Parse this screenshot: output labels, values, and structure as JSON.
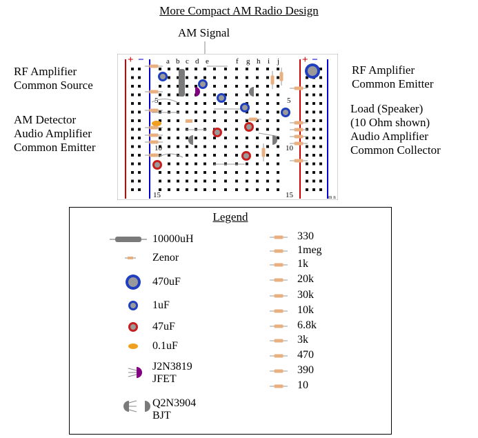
{
  "title": "More Compact AM Radio Design",
  "signal_label": "AM Signal",
  "labels": {
    "rf_source": [
      "RF Amplifier",
      "Common Source"
    ],
    "detector": [
      "AM Detector",
      "Audio Amplifier",
      "Common Emitter"
    ],
    "rf_emitter": [
      "RF Amplifier",
      "Common Emitter"
    ],
    "load": [
      "Load (Speaker)",
      "(10 Ohm shown)",
      "Audio Amplifier",
      "Common Collector"
    ]
  },
  "board": {
    "columns_left": [
      "a",
      "b",
      "c",
      "d",
      "e"
    ],
    "columns_right": [
      "f",
      "g",
      "h",
      "i",
      "j"
    ],
    "row_numbers": [
      "5",
      "10",
      "15"
    ],
    "rail_plus": "+",
    "rail_minus": "−",
    "bottom_letters": "m n"
  },
  "legend": {
    "heading": "Legend",
    "left_items": [
      {
        "label": "10000uH",
        "icon": "inductor-icon"
      },
      {
        "label": "Zenor",
        "icon": "zener-icon"
      },
      {
        "label": "470uF",
        "icon": "cap-470uf-icon"
      },
      {
        "label": "1uF",
        "icon": "cap-1uf-icon"
      },
      {
        "label": "47uF",
        "icon": "cap-47uf-icon"
      },
      {
        "label": "0.1uF",
        "icon": "cap-01uf-icon"
      },
      {
        "label": [
          "J2N3819",
          "JFET"
        ],
        "icon": "jfet-icon"
      },
      {
        "label": [
          "Q2N3904",
          "BJT"
        ],
        "icon": "bjt-icon"
      }
    ],
    "resistors": [
      "330",
      "1meg",
      "1k",
      "20k",
      "30k",
      "10k",
      "6.8k",
      "3k",
      "470",
      "390",
      "10"
    ]
  },
  "colors": {
    "rail_red": "#cc0000",
    "rail_blue": "#0000cc",
    "cap_470": "#1f3fbf",
    "cap_47": "#c81e1e",
    "cap_01": "#f0a020",
    "jfet": "#800080",
    "bjt": "#7a7a7a",
    "resistor_body": "#e8b080"
  }
}
